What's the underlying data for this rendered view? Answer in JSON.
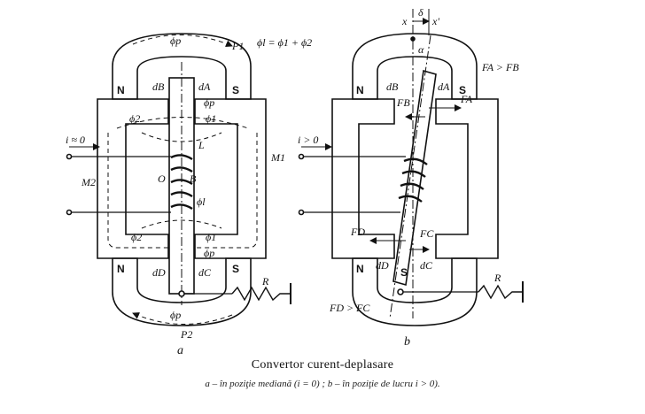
{
  "caption": {
    "title": "Convertor curent-deplasare",
    "subtitle": "a – în poziţie mediană (i = 0) ; b – în poziţie de lucru i > 0)."
  },
  "figure_a": {
    "label": "a",
    "formula": "ϕl = ϕ1 + ϕ2",
    "current": "i ≈ 0",
    "pole_n_top": "N",
    "pole_s_top": "S",
    "pole_n_bottom": "N",
    "pole_s_bottom": "S",
    "dB": "dB",
    "dA": "dA",
    "dD": "dD",
    "dC": "dC",
    "phi_p": "ϕp",
    "phi_1": "ϕ1",
    "phi_2": "ϕ2",
    "phi_l": "ϕl",
    "P1": "P1",
    "P2": "P2",
    "M1": "M1",
    "M2": "M2",
    "L": "L",
    "O": "O",
    "B": "B",
    "R": "R"
  },
  "figure_b": {
    "label": "b",
    "current": "i > 0",
    "x": "x",
    "x_prime": "x'",
    "delta": "δ",
    "alpha": "α",
    "pole_n_top": "N",
    "pole_s_top": "S",
    "pole_n_bottom": "N",
    "pole_s_bottom": "S",
    "dB": "dB",
    "dA": "dA",
    "dD": "dD",
    "dC": "dC",
    "FA": "FA",
    "FB": "FB",
    "FC": "FC",
    "FD": "FD",
    "FA_gt_FB": "FA > FB",
    "FD_gt_FC": "FD > FC",
    "R": "R"
  }
}
